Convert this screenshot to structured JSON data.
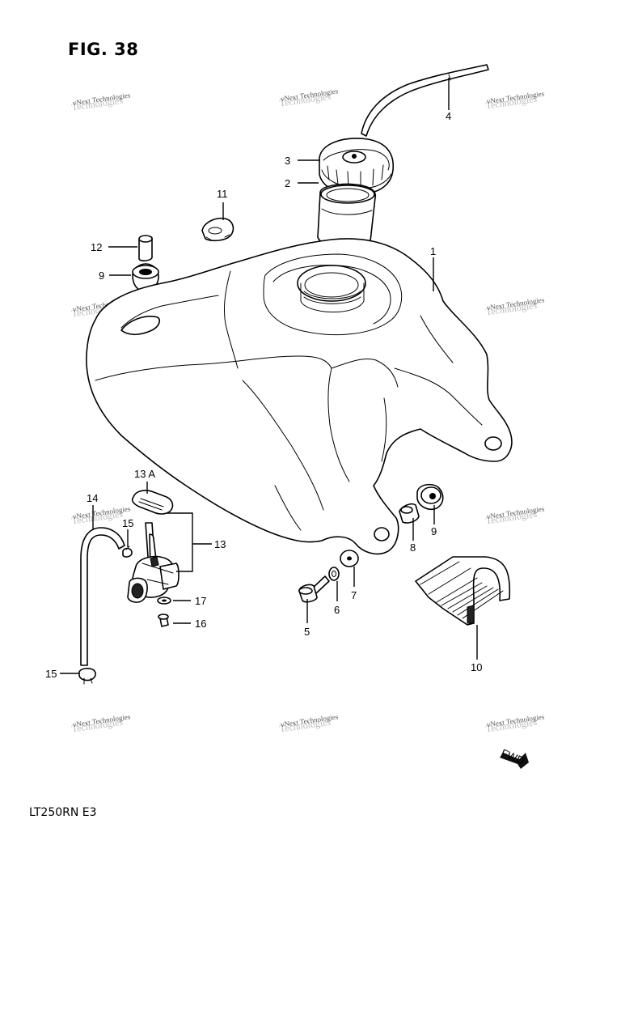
{
  "figure": {
    "title": "FIG. 38",
    "model": "LT250RN  E3",
    "fwd_label": "FWD"
  },
  "watermark": {
    "text": "vNext Technologies"
  },
  "callouts": {
    "p1": "1",
    "p2": "2",
    "p3": "3",
    "p4": "4",
    "p5": "5",
    "p6": "6",
    "p7": "7",
    "p8": "8",
    "p9a": "9",
    "p9b": "9",
    "p10": "10",
    "p11": "11",
    "p12": "12",
    "p13": "13",
    "p13a": "13 A",
    "p14": "14",
    "p15a": "15",
    "p15b": "15",
    "p16": "16",
    "p17": "17"
  }
}
